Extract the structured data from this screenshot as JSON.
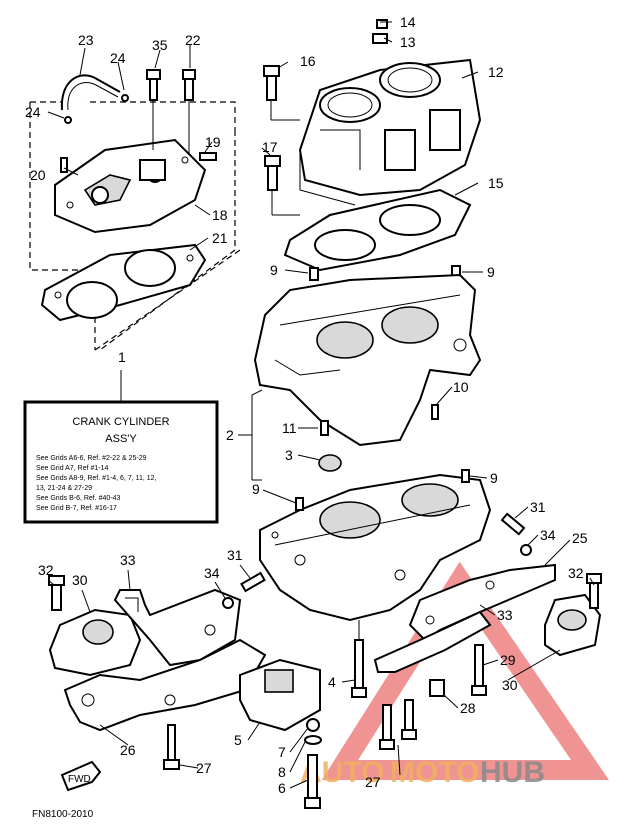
{
  "legend": {
    "title_line1": "CRANK CYLINDER",
    "title_line2": "ASS'Y",
    "lines": [
      "See Grids A6-6, Ref. #2-22 & 25-29",
      "See Grid A7, Ref #1-14",
      "See Grids A8-9, Ref. #1-4, 6, 7, 11, 12,",
      "13, 21-24 & 27-29",
      "See Grids B-6, Ref. #40-43",
      "See Grid B-7, Ref. #16-17"
    ]
  },
  "callouts": {
    "n1": "1",
    "n2": "2",
    "n3": "3",
    "n4": "4",
    "n5": "5",
    "n6": "6",
    "n7": "7",
    "n8": "8",
    "n9a": "9",
    "n9b": "9",
    "n9c": "9",
    "n9d": "9",
    "n10": "10",
    "n11": "11",
    "n12": "12",
    "n13": "13",
    "n14": "14",
    "n15": "15",
    "n16": "16",
    "n17": "17",
    "n18": "18",
    "n19": "19",
    "n20": "20",
    "n21": "21",
    "n22": "22",
    "n23": "23",
    "n24a": "24",
    "n24b": "24",
    "n25": "25",
    "n26": "26",
    "n27a": "27",
    "n27b": "27",
    "n28": "28",
    "n29": "29",
    "n30a": "30",
    "n30b": "30",
    "n31a": "31",
    "n31b": "31",
    "n32a": "32",
    "n32b": "32",
    "n33a": "33",
    "n33b": "33",
    "n34a": "34",
    "n34b": "34",
    "n35": "35"
  },
  "fwd_label": "FWD",
  "drawing_code": "FN8100-2010",
  "watermark": {
    "part1": "AUTO",
    "part2": "MOTO",
    "part3": "HUB",
    "color_triangle": "#e23b3b",
    "color_text": "#f0b060",
    "color_hub": "#8a8a8a"
  }
}
